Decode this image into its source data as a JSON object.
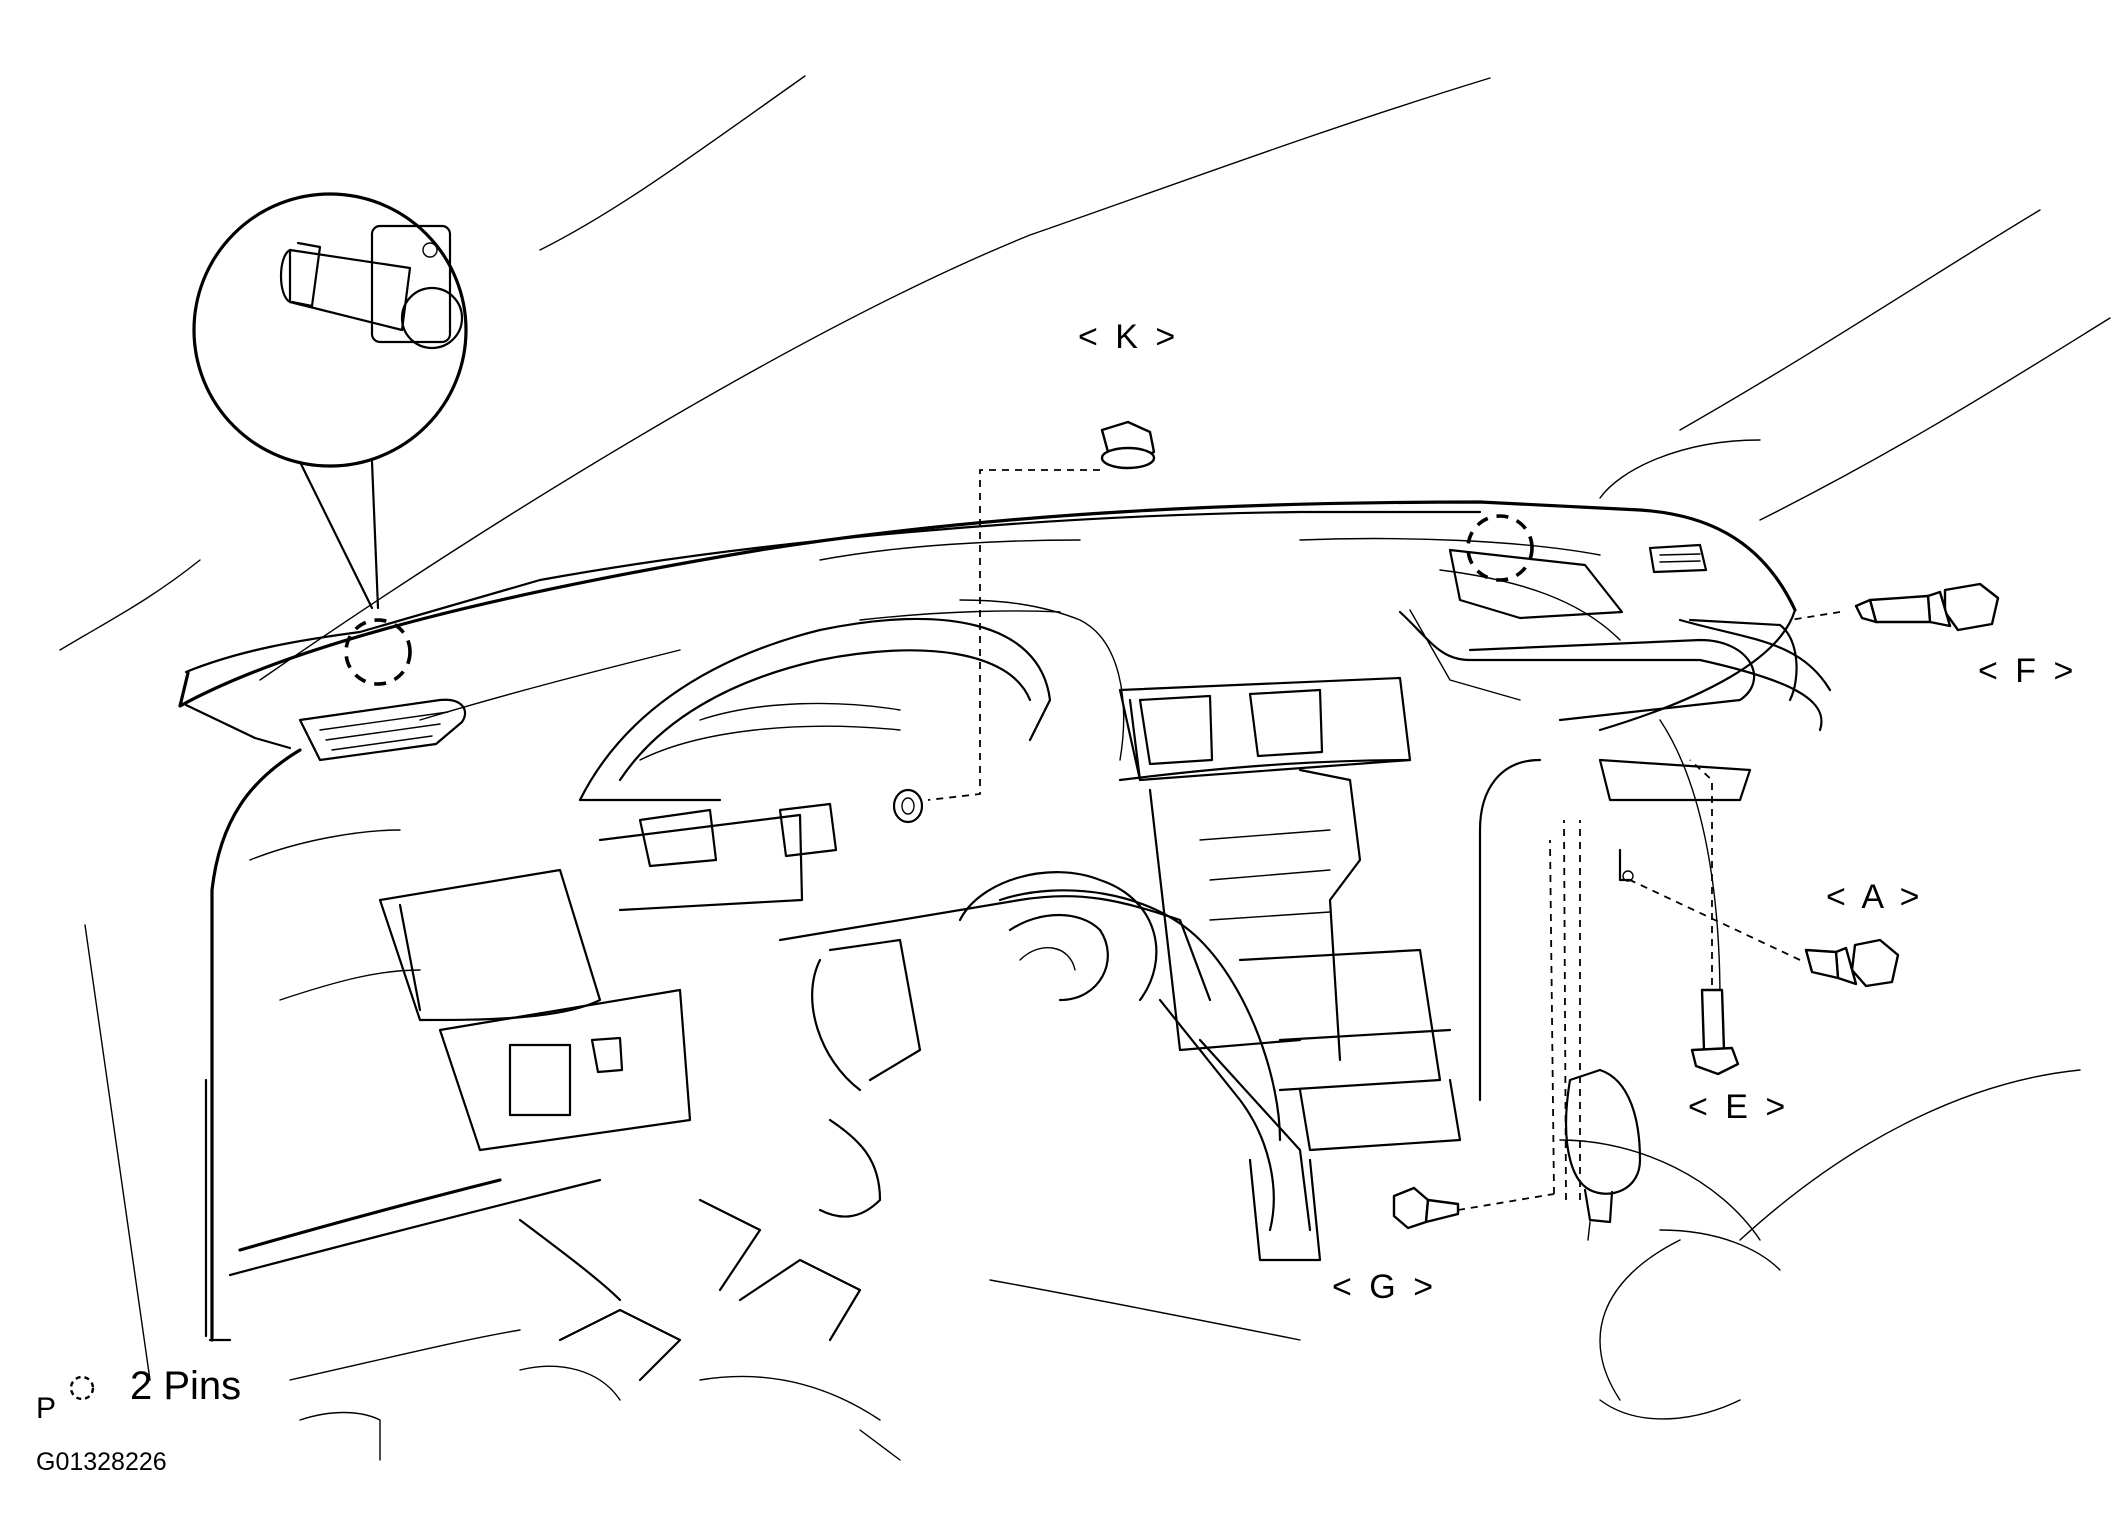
{
  "diagram": {
    "callouts": {
      "k": "< K >",
      "f": "< F >",
      "a": "< A >",
      "e": "< E >",
      "g": "< G >"
    },
    "legend": {
      "prefix": "P",
      "text": "2 Pins"
    },
    "figure_code": "G01328226"
  }
}
